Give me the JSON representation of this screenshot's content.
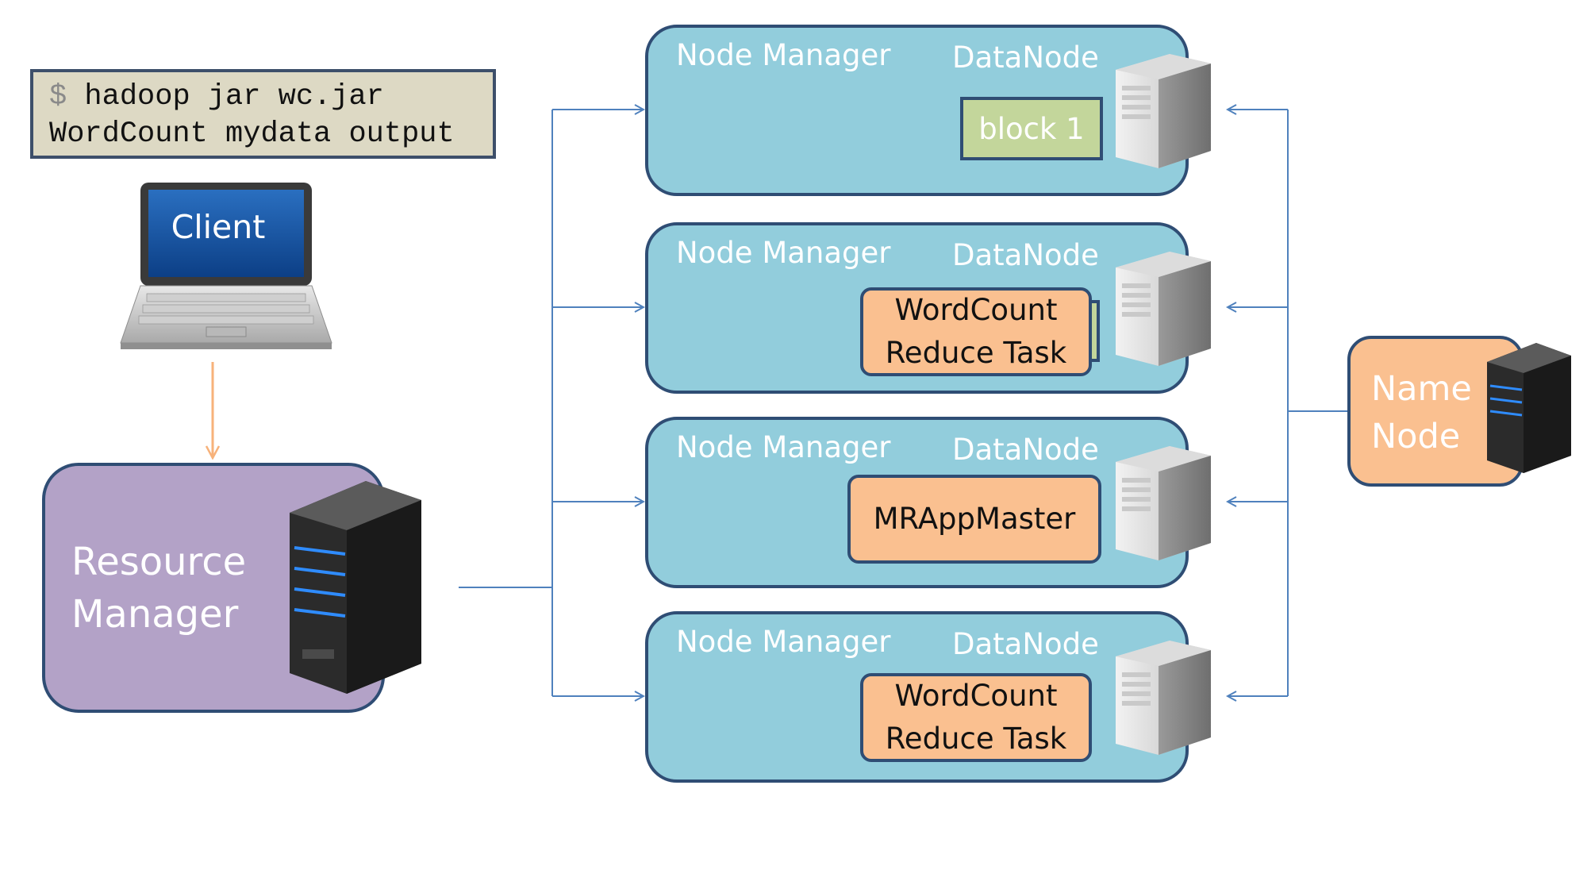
{
  "command": {
    "prompt": "$",
    "line1": " hadoop jar wc.jar",
    "line2": "WordCount mydata output"
  },
  "client": {
    "label": "Client",
    "icon": "laptop-icon"
  },
  "resource_manager": {
    "label": "Resource\nManager",
    "icon": "server-tower-icon"
  },
  "name_node": {
    "label": "Name\nNode",
    "icon": "server-tower-icon"
  },
  "nodes": [
    {
      "manager_label": "Node Manager",
      "datanode_label": "DataNode",
      "content": "block 1"
    },
    {
      "manager_label": "Node Manager",
      "datanode_label": "DataNode",
      "content": "WordCount\nReduce Task"
    },
    {
      "manager_label": "Node Manager",
      "datanode_label": "DataNode",
      "content": "MRAppMaster"
    },
    {
      "manager_label": "Node Manager",
      "datanode_label": "DataNode",
      "content": "WordCount\nReduce Task"
    }
  ],
  "colors": {
    "node_fill": "#92cddc",
    "resource_manager_fill": "#b3a2c7",
    "name_node_fill": "#fac090",
    "task_fill": "#fac090",
    "block_fill": "#c3d69b",
    "border": "#2f4d74",
    "connector": "#4f81bd",
    "client_arrow": "#f7b27a",
    "command_fill": "#ddd9c4"
  }
}
